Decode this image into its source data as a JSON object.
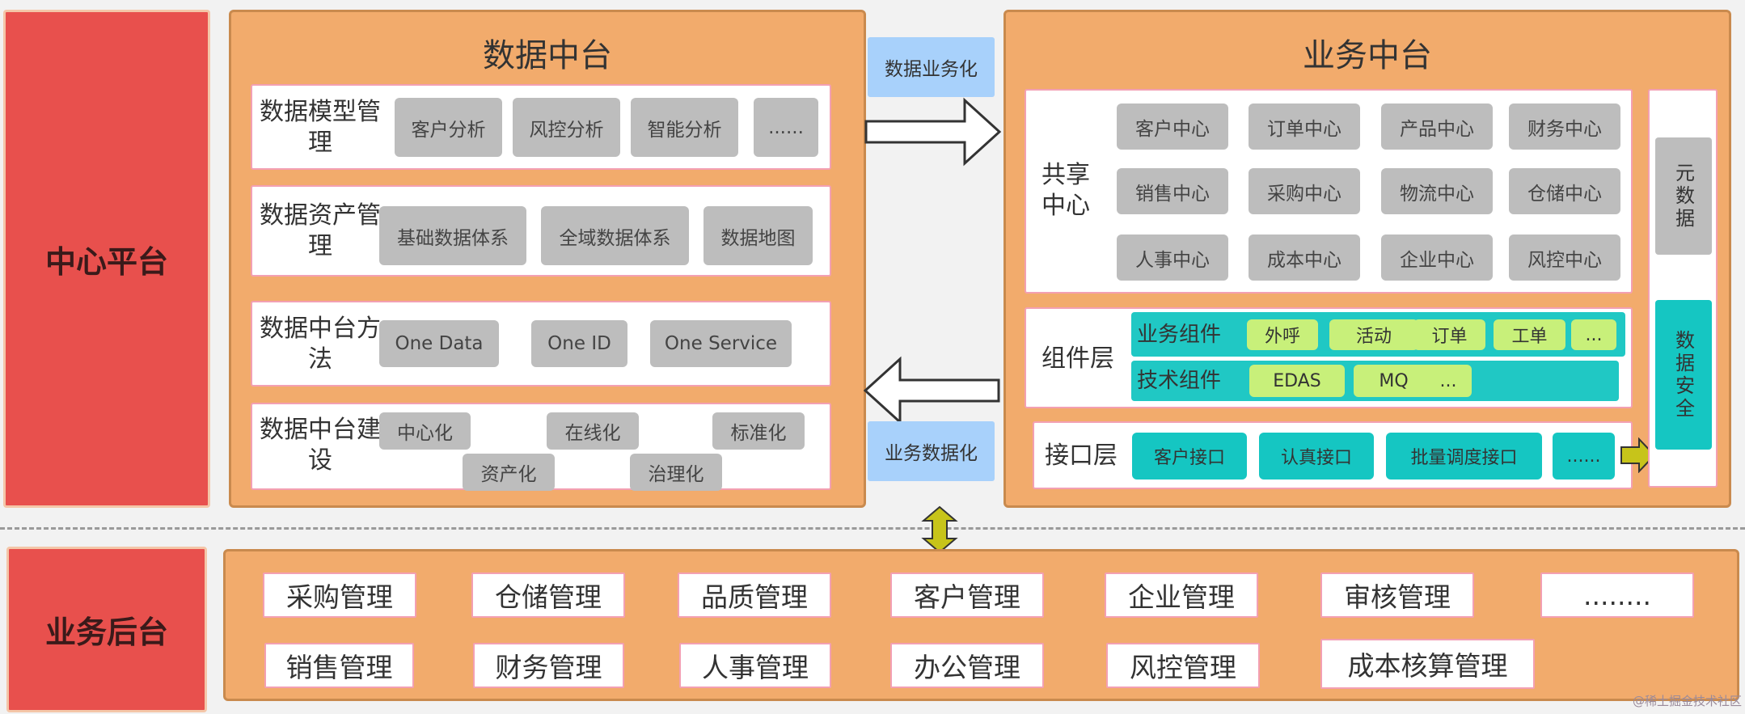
{
  "left_labels": {
    "center_platform": "中心平台",
    "business_backend": "业务后台"
  },
  "data_platform": {
    "title": "数据中台",
    "model": {
      "label": "数据模型管理",
      "items": [
        "客户分析",
        "风控分析",
        "智能分析",
        "......"
      ]
    },
    "asset": {
      "label": "数据资产管理",
      "items": [
        "基础数据体系",
        "全域数据体系",
        "数据地图"
      ]
    },
    "method": {
      "label": "数据中台方法",
      "items": [
        "One Data",
        "One ID",
        "One Service"
      ]
    },
    "build": {
      "label": "数据中台建设",
      "items": [
        "中心化",
        "在线化",
        "标准化",
        "资产化",
        "治理化"
      ]
    }
  },
  "arrows": {
    "data_to_business": "数据业务化",
    "business_to_data": "业务数据化"
  },
  "business_platform": {
    "title": "业务中台",
    "shared": {
      "label": "共享中心",
      "items": [
        "客户中心",
        "订单中心",
        "产品中心",
        "财务中心",
        "销售中心",
        "采购中心",
        "物流中心",
        "仓储中心",
        "人事中心",
        "成本中心",
        "企业中心",
        "风控中心"
      ]
    },
    "component": {
      "label": "组件层",
      "biz": {
        "label": "业务组件",
        "items": [
          "外呼",
          "活动",
          "订单",
          "工单",
          "..."
        ]
      },
      "tech": {
        "label": "技术组件",
        "items": [
          "EDAS",
          "MQ",
          "..."
        ]
      }
    },
    "interface": {
      "label": "接口层",
      "items": [
        "客户接口",
        "认真接口",
        "批量调度接口",
        "......"
      ]
    },
    "side": {
      "metadata": "元数据",
      "security": "数据安全"
    }
  },
  "backend": {
    "row1": [
      "采购管理",
      "仓储管理",
      "品质管理",
      "客户管理",
      "企业管理",
      "审核管理",
      "........"
    ],
    "row2": [
      "销售管理",
      "财务管理",
      "人事管理",
      "办公管理",
      "风控管理",
      "成本核算管理"
    ]
  },
  "watermark": "@稀土掘金技术社区",
  "colors": {
    "red": "#e8504d",
    "orange": "#f2ab6c",
    "gray": "#bdbdbd",
    "teal": "#20c8c4",
    "green": "#c8f07a",
    "blue": "#a8d1fb"
  }
}
